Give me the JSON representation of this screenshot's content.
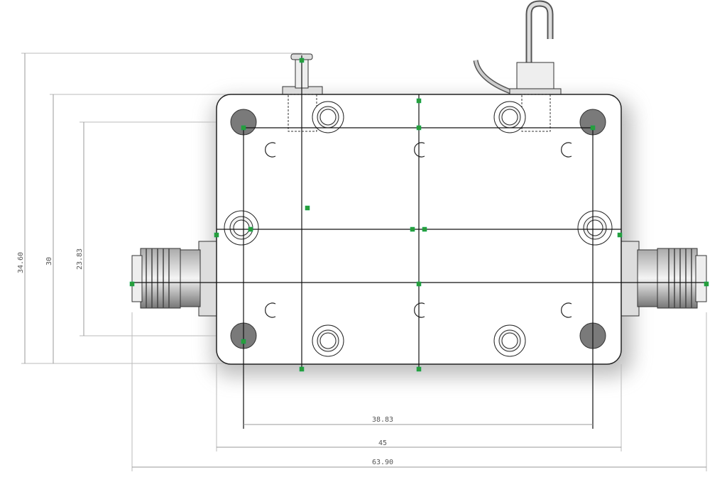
{
  "drawing": {
    "dimensions": {
      "overall_height": "34.60",
      "body_height": "30",
      "hole_spacing_vertical": "23.83",
      "hole_spacing_horizontal": "38.83",
      "body_width": "45",
      "overall_width": "63.90"
    },
    "colors": {
      "marker": "#2a9d3a",
      "hole_fill": "#7a7a7a",
      "body_fill": "#ffffff"
    }
  }
}
